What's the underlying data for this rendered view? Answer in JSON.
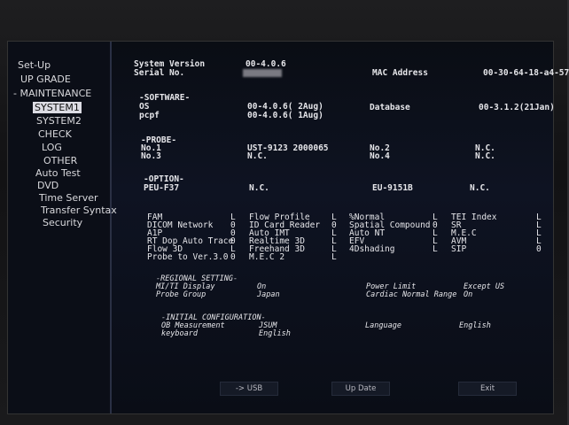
{
  "nav": [
    {
      "label": "Set-Up"
    },
    {
      "label": "UP GRADE"
    },
    {
      "label": "- MAINTENANCE"
    },
    {
      "label": "SYSTEM1"
    },
    {
      "label": "SYSTEM2"
    },
    {
      "label": "CHECK"
    },
    {
      "label": "LOG"
    },
    {
      "label": "OTHER"
    },
    {
      "label": "Auto Test"
    },
    {
      "label": "DVD"
    },
    {
      "label": "Time Server"
    },
    {
      "label": "Transfer Syntax"
    },
    {
      "label": "Security"
    }
  ],
  "system": {
    "version_label": "System Version",
    "version_value": "00-4.0.6",
    "serial_label": "Serial No.",
    "mac_label": "MAC Address",
    "mac_value": "00-30-64-18-a4-57"
  },
  "software": {
    "header": "-SOFTWARE-",
    "os_label": "OS",
    "os_value": "00-4.0.6( 2Aug)",
    "pcpf_label": "pcpf",
    "pcpf_value": "00-4.0.6( 1Aug)",
    "db_label": "Database",
    "db_value": "00-3.1.2(21Jan)"
  },
  "probe": {
    "header": "-PROBE-",
    "no1_label": "No.1",
    "no1_value": "UST-9123 2000065",
    "no2_label": "No.2",
    "no2_value": "N.C.",
    "no3_label": "No.3",
    "no3_value": "N.C.",
    "no4_label": "No.4",
    "no4_value": "N.C."
  },
  "option": {
    "header": "-OPTION-",
    "peu_label": "PEU-F37",
    "peu_value": "N.C.",
    "eu_label": "EU-9151B",
    "eu_value": "N.C."
  },
  "features": {
    "col1": [
      {
        "name": "FAM",
        "flag": "L"
      },
      {
        "name": "DICOM Network",
        "flag": "0"
      },
      {
        "name": "A1P",
        "flag": "0"
      },
      {
        "name": "RT Dop Auto Trace",
        "flag": "0"
      },
      {
        "name": "Flow 3D",
        "flag": "L"
      },
      {
        "name": "Probe to Ver.3.0",
        "flag": "0"
      }
    ],
    "col2": [
      {
        "name": "Flow Profile",
        "flag": "L"
      },
      {
        "name": "ID Card Reader",
        "flag": "0"
      },
      {
        "name": "Auto IMT",
        "flag": "L"
      },
      {
        "name": "Realtime 3D",
        "flag": "L"
      },
      {
        "name": "Freehand 3D",
        "flag": "L"
      },
      {
        "name": "M.E.C 2",
        "flag": "L"
      }
    ],
    "col3": [
      {
        "name": "%Normal",
        "flag": "L"
      },
      {
        "name": "Spatial Compound",
        "flag": "0"
      },
      {
        "name": "Auto NT",
        "flag": "L"
      },
      {
        "name": "EFV",
        "flag": "L"
      },
      {
        "name": "4Dshading",
        "flag": "L"
      }
    ],
    "col4": [
      {
        "name": "TEI Index",
        "flag": "L"
      },
      {
        "name": "SR",
        "flag": "L"
      },
      {
        "name": "M.E.C",
        "flag": "L"
      },
      {
        "name": "AVM",
        "flag": "L"
      },
      {
        "name": "SIP",
        "flag": "0"
      }
    ]
  },
  "regional": {
    "header": "-REGIONAL SETTING-",
    "miti_label": "MI/TI Display",
    "miti_value": "On",
    "probe_group_label": "Probe Group",
    "probe_group_value": "Japan",
    "power_label": "Power Limit",
    "power_value": "Except US",
    "cardiac_label": "Cardiac Normal Range",
    "cardiac_value": "On"
  },
  "initial": {
    "header": "-INITIAL CONFIGURATION-",
    "ob_label": "OB Measurement",
    "ob_value": "JSUM",
    "keyboard_label": "keyboard",
    "keyboard_value": "English",
    "language_label": "Language",
    "language_value": "English"
  },
  "buttons": {
    "usb": "-> USB",
    "update": "Up Date",
    "exit": "Exit"
  }
}
